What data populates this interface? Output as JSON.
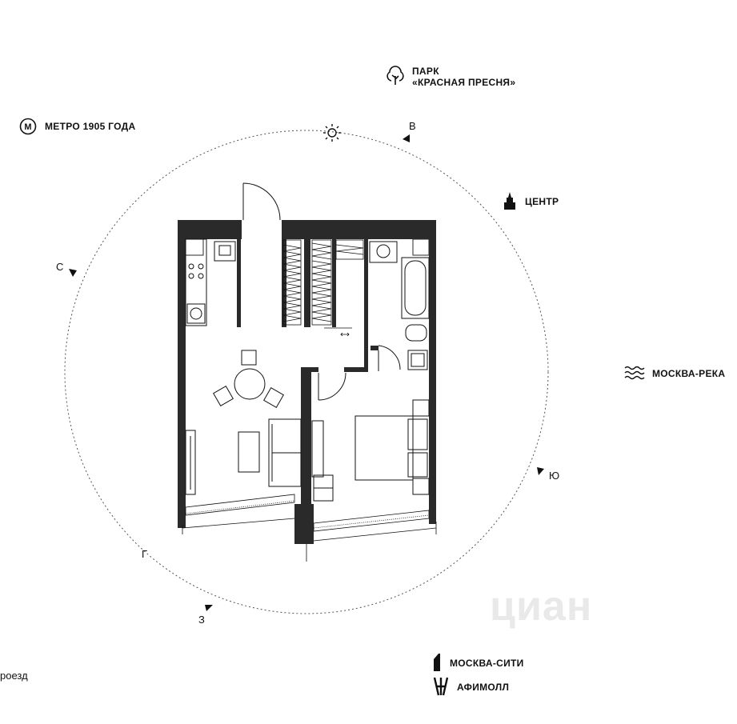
{
  "landmarks": {
    "park_line1": "ПАРК",
    "park_line2": "«КРАСНАЯ ПРЕСНЯ»",
    "metro": "МЕТРО 1905 ГОДА",
    "metro_badge": "М",
    "center": "ЦЕНТР",
    "river": "МОСКВА-РЕКА",
    "city": "МОСКВА-СИТИ",
    "afimall": "АФИМОЛЛ",
    "road_partial": "роезд"
  },
  "compass": {
    "east": "В",
    "north": "С",
    "south": "Ю",
    "west": "З",
    "bottom_left": "Г"
  },
  "watermark": "циан",
  "icons": [
    "tree-icon",
    "metro-icon",
    "sun-icon",
    "kremlin-tower-icon",
    "waves-icon",
    "skyscraper-icon",
    "afimall-icon"
  ],
  "colors": {
    "wall": "#2a2a2a",
    "line": "#111111",
    "watermark": "#e9e9e9"
  }
}
